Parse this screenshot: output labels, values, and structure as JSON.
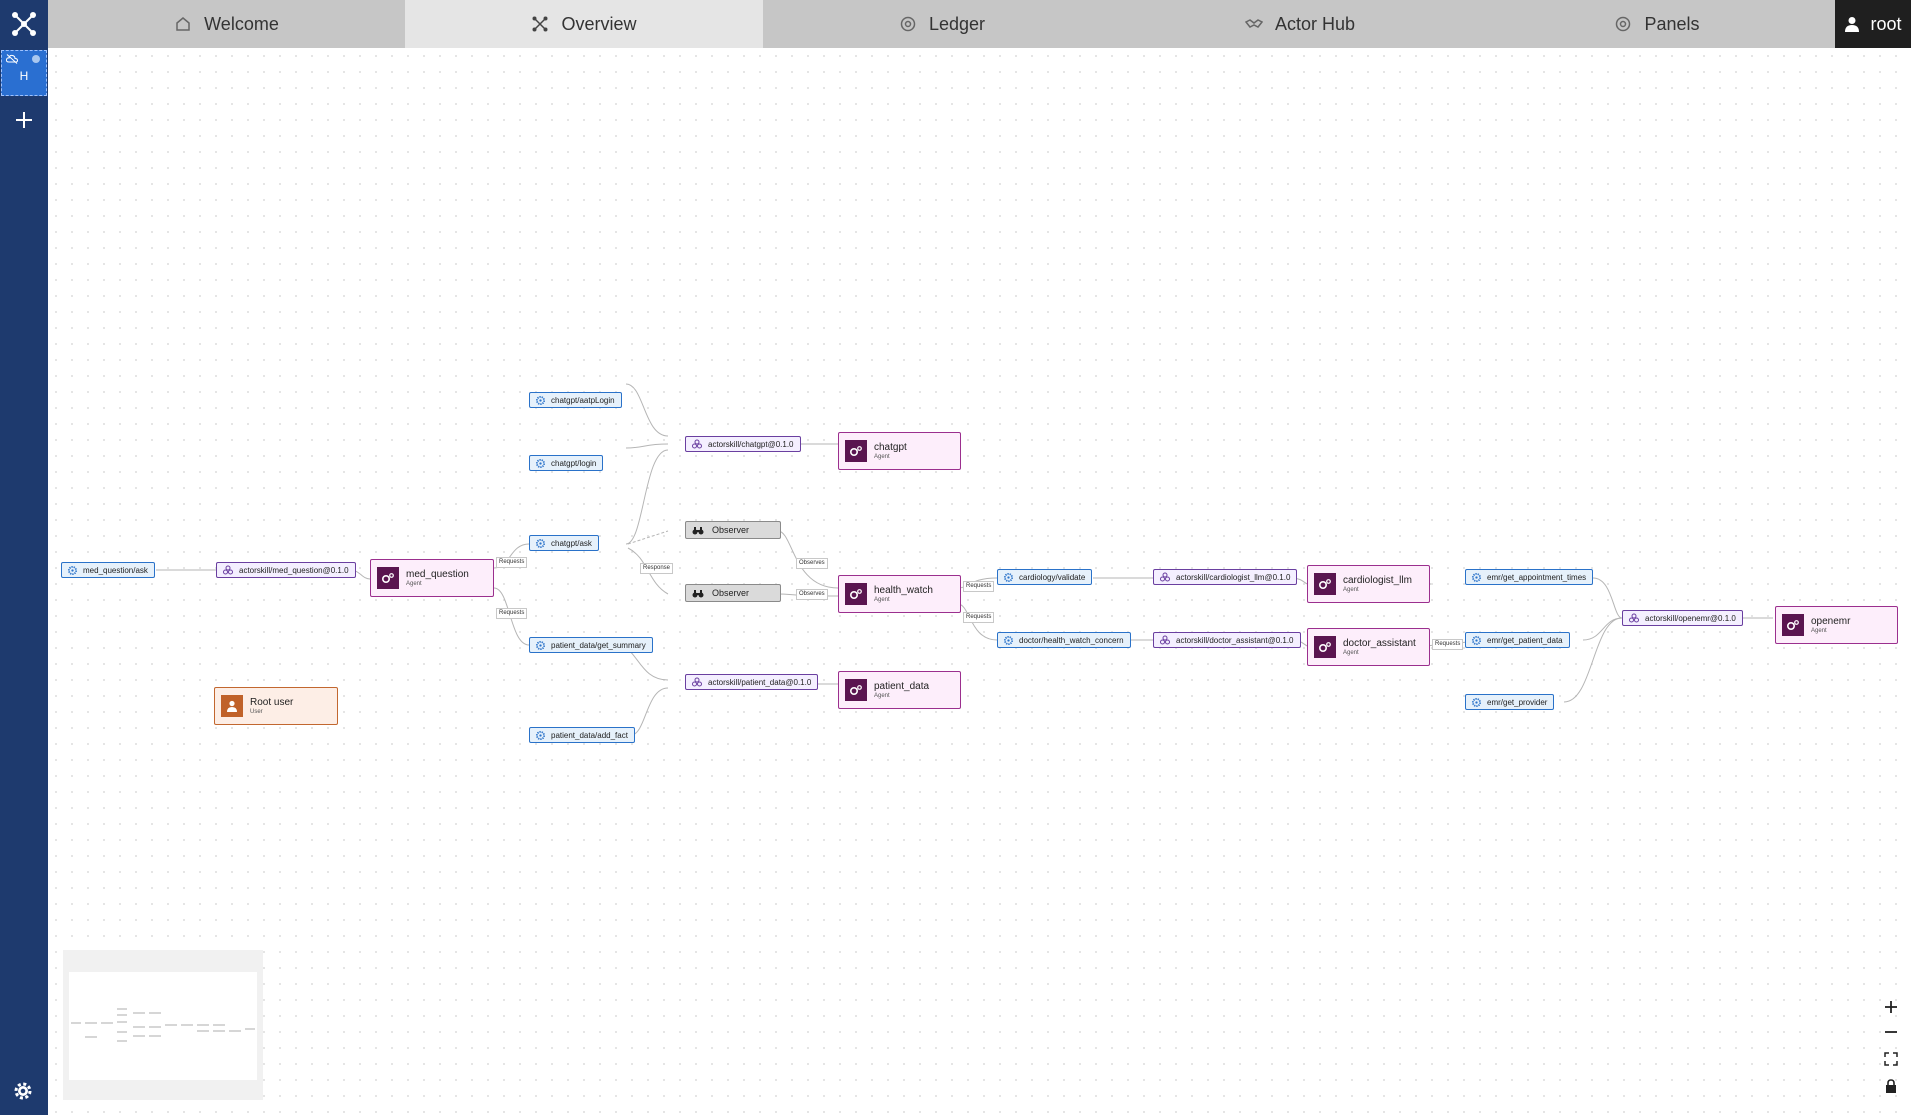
{
  "tabs": [
    {
      "id": "welcome",
      "label": "Welcome",
      "icon": "home-icon"
    },
    {
      "id": "overview",
      "label": "Overview",
      "icon": "graph-icon",
      "active": true
    },
    {
      "id": "ledger",
      "label": "Ledger",
      "icon": "ledger-icon"
    },
    {
      "id": "actor_hub",
      "label": "Actor Hub",
      "icon": "handshake-icon"
    },
    {
      "id": "panels",
      "label": "Panels",
      "icon": "panels-icon"
    }
  ],
  "user": {
    "name": "root",
    "icon": "user-icon"
  },
  "sidebar": {
    "project_letter": "H",
    "icons": [
      "network-logo-icon",
      "cloud-off-icon",
      "plus-icon",
      "gear-icon"
    ]
  },
  "colors": {
    "sidebar": "#1e3a6e",
    "skill_border": "#2a72c9",
    "actor_border": "#6a3fa0",
    "agent_border": "#9b2f8e",
    "agent_badge": "#5a1550",
    "user_badge": "#c0622a"
  },
  "graph": {
    "skills": {
      "med_question_ask": "med_question/ask",
      "chatgpt_aatpLogin": "chatgpt/aatpLogin",
      "chatgpt_login": "chatgpt/login",
      "chatgpt_ask": "chatgpt/ask",
      "patient_data_get_summary": "patient_data/get_summary",
      "patient_data_add_fact": "patient_data/add_fact",
      "cardiology_validate": "cardiology/validate",
      "doctor_health_watch_concern": "doctor/health_watch_concern",
      "emr_get_appointment_times": "emr/get_appointment_times",
      "emr_get_patient_data": "emr/get_patient_data",
      "emr_get_provider": "emr/get_provider"
    },
    "actorskills": {
      "med_question": "actorskill/med_question@0.1.0",
      "chatgpt": "actorskill/chatgpt@0.1.0",
      "patient_data": "actorskill/patient_data@0.1.0",
      "cardiologist_llm": "actorskill/cardiologist_llm@0.1.0",
      "doctor_assistant": "actorskill/doctor_assistant@0.1.0",
      "openemr": "actorskill/openemr@0.1.0"
    },
    "agents": {
      "med_question": {
        "name": "med_question",
        "type": "Agent"
      },
      "chatgpt": {
        "name": "chatgpt",
        "type": "Agent"
      },
      "health_watch": {
        "name": "health_watch",
        "type": "Agent"
      },
      "patient_data": {
        "name": "patient_data",
        "type": "Agent"
      },
      "cardiologist_llm": {
        "name": "cardiologist_llm",
        "type": "Agent"
      },
      "doctor_assistant": {
        "name": "doctor_assistant",
        "type": "Agent"
      },
      "openemr": {
        "name": "openemr",
        "type": "Agent"
      }
    },
    "user": {
      "name": "Root user",
      "type": "User"
    },
    "observers": {
      "observer_1": "Observer",
      "observer_2": "Observer"
    },
    "edge_labels": {
      "requests_1": "Requests",
      "requests_2": "Requests",
      "response": "Response",
      "observes_1": "Observes",
      "observes_2": "Observes",
      "requests_3": "Requests",
      "requests_4": "Requests",
      "requests_5": "Requests"
    }
  },
  "controls": [
    "zoom-in-icon",
    "zoom-out-icon",
    "fit-view-icon",
    "lock-icon"
  ]
}
